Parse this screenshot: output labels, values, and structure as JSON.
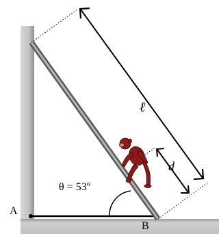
{
  "diagram": {
    "labels": {
      "point_a": "A",
      "point_b": "B",
      "angle": "θ = 53º",
      "length": "ℓ",
      "distance": "d"
    },
    "angle_degrees": 53,
    "colors": {
      "wall": "#c8c8c8",
      "wall_shadow": "#8a8a8a",
      "floor": "#c8c8c8",
      "ladder": "#9a9a9a",
      "ladder_edge": "#5a5a5a",
      "line": "#000000",
      "monkey": "#8b1a1a"
    }
  }
}
